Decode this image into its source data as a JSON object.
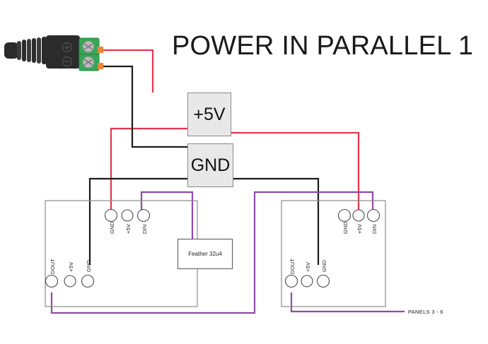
{
  "title": "POWER IN PARALLEL 1",
  "colors": {
    "wire_red": "#e8344e",
    "wire_black": "#1a1a1a",
    "wire_purple": "#8e4ba8",
    "panel_border": "#8a8a8a",
    "bus_fill": "#e8e8e8",
    "connector_body": "#2b2b2b",
    "terminal_green": "#35a755",
    "terminal_pad": "#e8873a",
    "screw_silver": "#b9b9b9"
  },
  "connector": {
    "name": "dc-barrel-jack-screw-terminal",
    "plus_symbol": "+",
    "minus_symbol": "-",
    "terminals": [
      {
        "polarity": "positive",
        "wire_color": "#e8344e"
      },
      {
        "polarity": "negative",
        "wire_color": "#1a1a1a"
      }
    ]
  },
  "buses": [
    {
      "id": "bus-5v",
      "label": "+5V"
    },
    {
      "id": "bus-gnd",
      "label": "GND"
    }
  ],
  "module": {
    "label": "Feather 32u4"
  },
  "legend": {
    "panels_label": "PANELS 3 - 6"
  },
  "panels": [
    {
      "id": "panel-left",
      "top_pins": [
        {
          "label": "GND",
          "wire": "none"
        },
        {
          "label": "+5V",
          "wire": "red"
        },
        {
          "label": "DIN",
          "wire": "purple"
        }
      ],
      "bottom_pins": [
        {
          "label": "DOUT",
          "wire": "purple"
        },
        {
          "label": "+5V",
          "wire": "none"
        },
        {
          "label": "GND",
          "wire": "none"
        }
      ]
    },
    {
      "id": "panel-right",
      "top_pins": [
        {
          "label": "GND",
          "wire": "none"
        },
        {
          "label": "+5V",
          "wire": "red"
        },
        {
          "label": "DIN",
          "wire": "purple"
        }
      ],
      "bottom_pins": [
        {
          "label": "DOUT",
          "wire": "purple"
        },
        {
          "label": "+5V",
          "wire": "none"
        },
        {
          "label": "GND",
          "wire": "none"
        }
      ]
    }
  ],
  "pin_labels": {
    "l_top_gnd": "GND",
    "l_top_5v": "+5V",
    "l_top_din": "DIN",
    "l_bot_dout": "DOUT",
    "l_bot_5v": "+5V",
    "l_bot_gnd": "GND",
    "r_top_gnd": "GND",
    "r_top_5v": "+5V",
    "r_top_din": "DIN",
    "r_bot_dout": "DOUT",
    "r_bot_5v": "+5V",
    "r_bot_gnd": "GND"
  }
}
